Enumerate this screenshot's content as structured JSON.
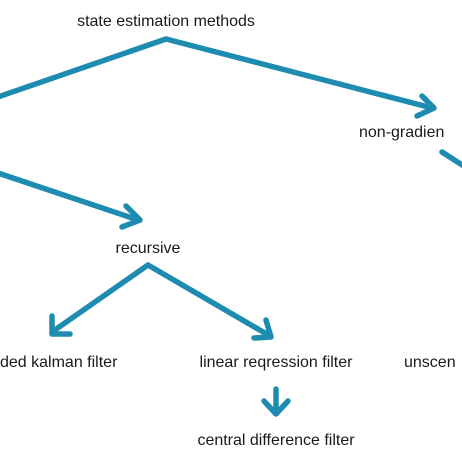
{
  "colors": {
    "edge": "#1E8BB0",
    "text": "#1a1a1a",
    "background": "#ffffff"
  },
  "nodes": {
    "state_estimation_methods": "state estimation methods",
    "non_gradient": "non-gradien",
    "recursive": "recursive",
    "extended_kalman_filter": "ded kalman filter",
    "linear_regression_filter": "linear reqression filter",
    "unscented": "unscen",
    "central_difference_filter": "central difference filter"
  }
}
